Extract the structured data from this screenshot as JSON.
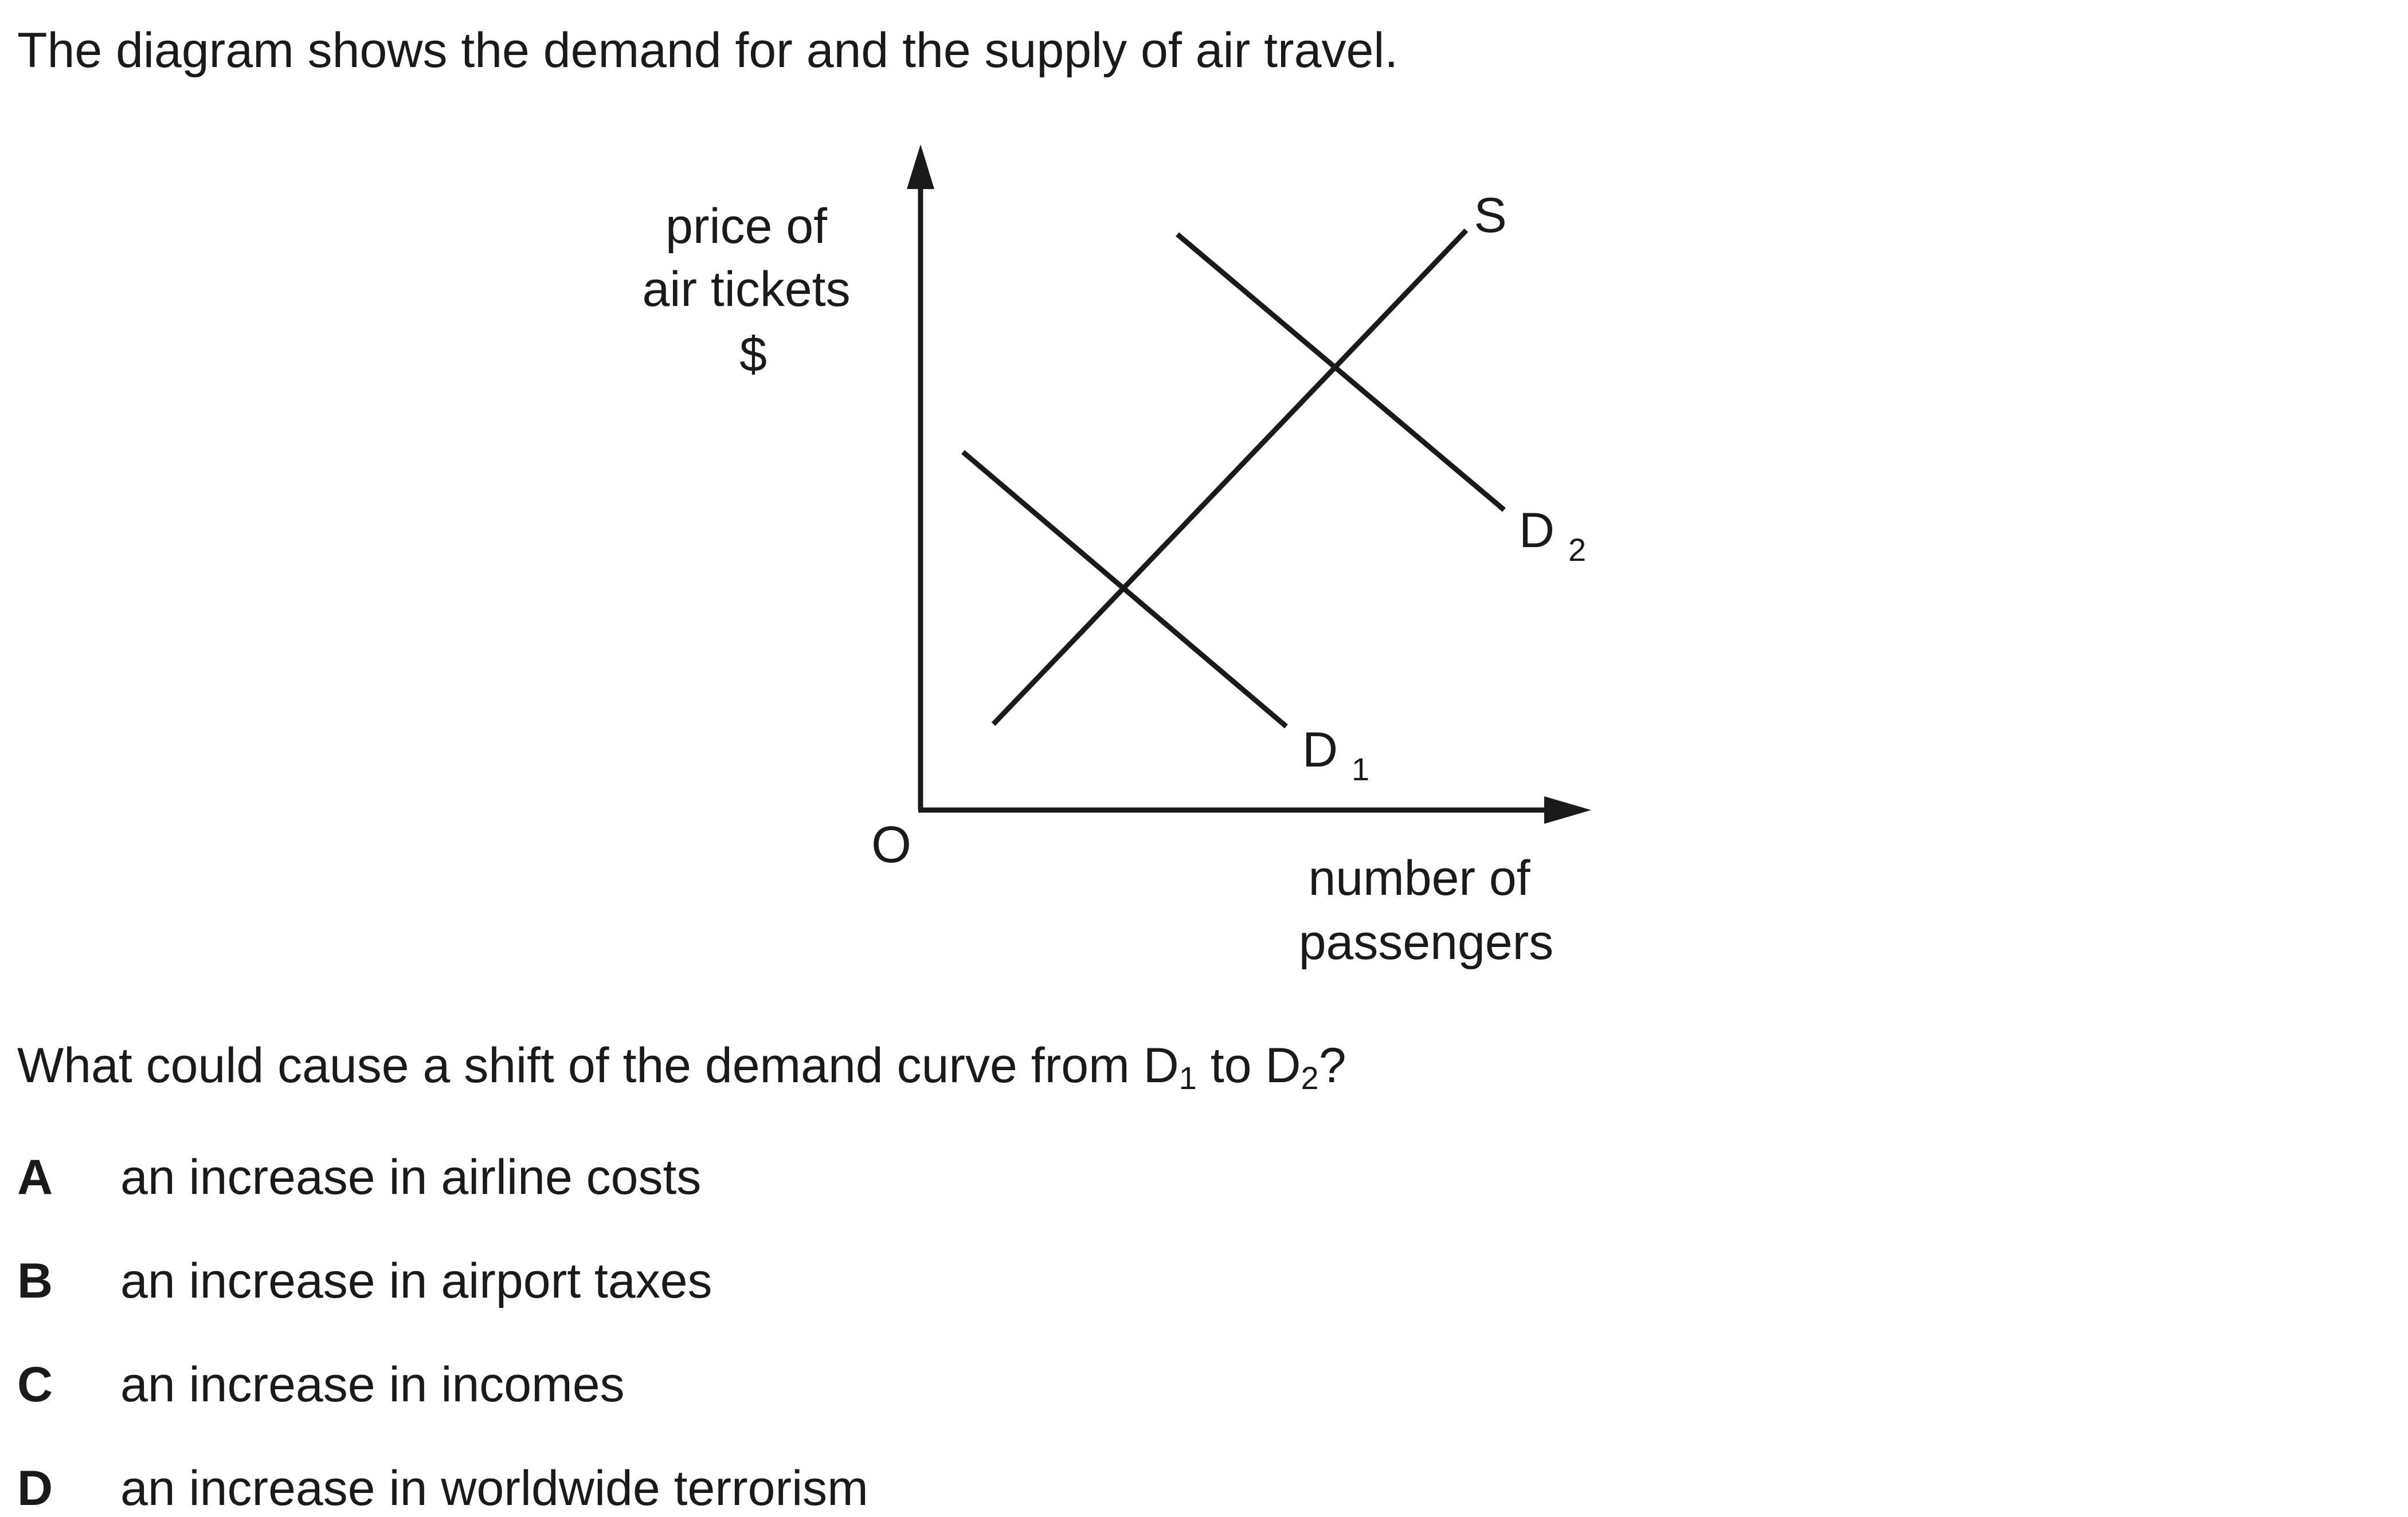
{
  "intro_text": "The diagram shows the demand for and the supply of air travel.",
  "diagram": {
    "y_axis_label_lines": [
      "price of",
      "air tickets",
      "$"
    ],
    "x_axis_label_lines": [
      "number of",
      "passengers"
    ],
    "origin_label": "O",
    "curves": {
      "supply": {
        "label": "S"
      },
      "demand_1": {
        "label": "D",
        "subscript": "1"
      },
      "demand_2": {
        "label": "D",
        "subscript": "2"
      }
    },
    "line_color": "#1a1a1a"
  },
  "question": {
    "prefix": "What could cause a shift of the demand curve from D",
    "sub1": "1",
    "middle": " to D",
    "sub2": "2",
    "suffix": "?"
  },
  "options": [
    {
      "letter": "A",
      "text": "an increase in airline costs"
    },
    {
      "letter": "B",
      "text": "an increase in airport taxes"
    },
    {
      "letter": "C",
      "text": "an increase in incomes"
    },
    {
      "letter": "D",
      "text": "an increase in worldwide terrorism"
    }
  ]
}
